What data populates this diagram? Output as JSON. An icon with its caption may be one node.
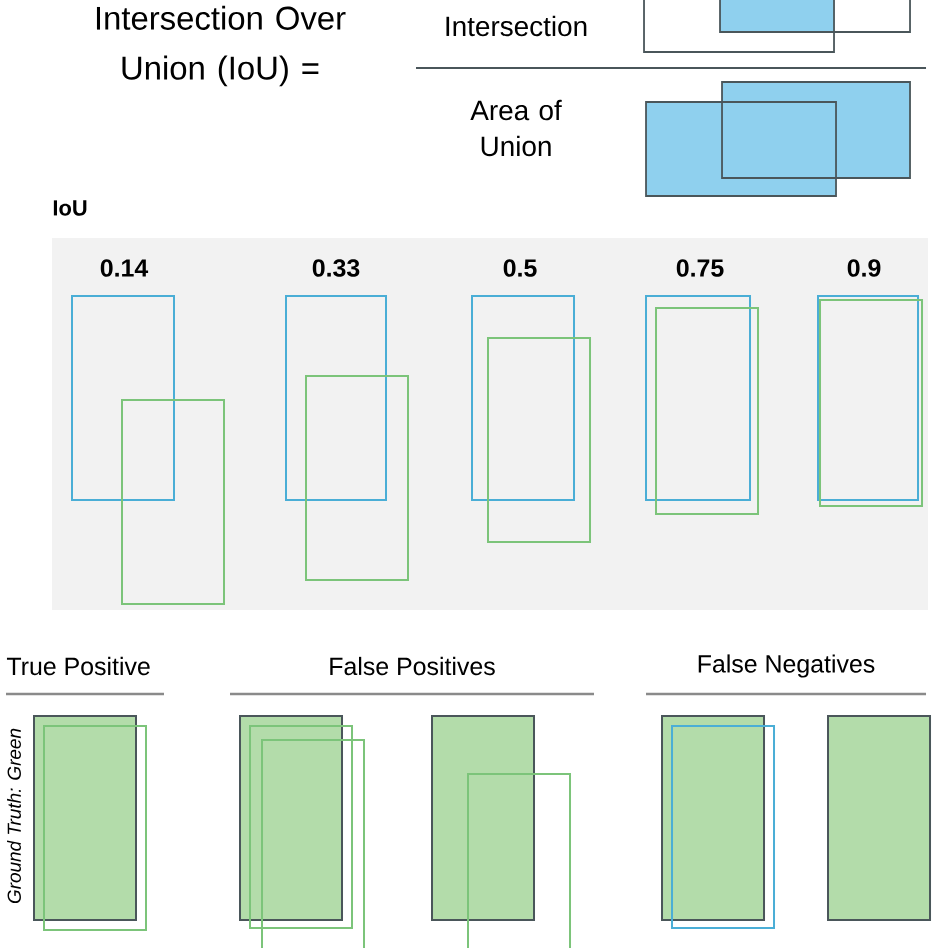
{
  "diagram": {
    "labels": [
      "Intersection Over Union (IoU) =",
      "Intersection",
      "Area of Union",
      "IoU",
      "0.14",
      "0.33",
      "0.5",
      "0.75",
      "0.9",
      "True Positive",
      "False Positives",
      "False Negatives",
      "Ground Truth: Green"
    ]
  }
}
